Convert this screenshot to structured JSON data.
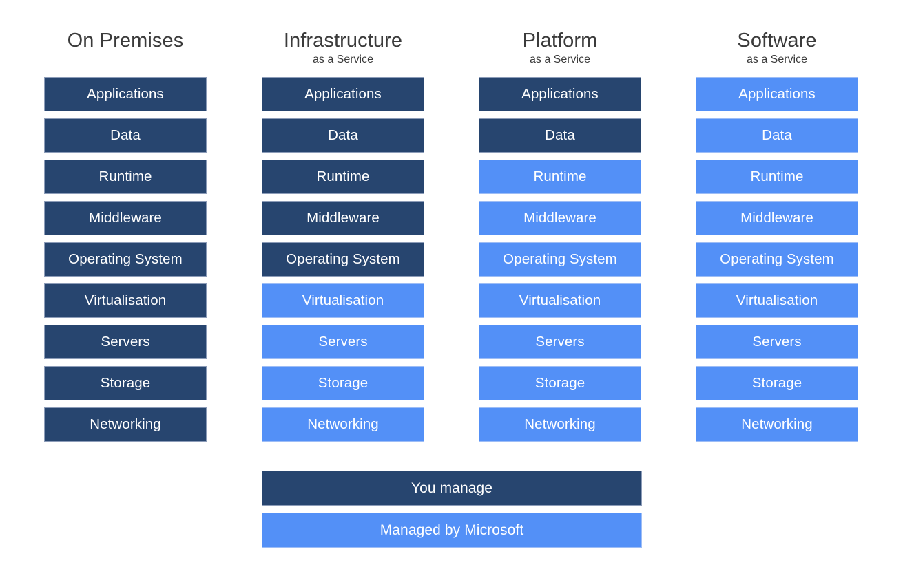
{
  "diagram": {
    "type": "responsibility-matrix",
    "background_color": "#ffffff",
    "colors": {
      "you_manage": "#27456f",
      "managed_by_provider": "#5390f7",
      "label_text": "#ffffff",
      "heading_text": "#3b3b3b"
    },
    "layer_names": [
      "Applications",
      "Data",
      "Runtime",
      "Middleware",
      "Operating System",
      "Virtualisation",
      "Servers",
      "Storage",
      "Networking"
    ],
    "columns": [
      {
        "id": "on-premises",
        "title": "On Premises",
        "subtitle": "",
        "layers": [
          {
            "label": "Applications",
            "owner": "dark"
          },
          {
            "label": "Data",
            "owner": "dark"
          },
          {
            "label": "Runtime",
            "owner": "dark"
          },
          {
            "label": "Middleware",
            "owner": "dark"
          },
          {
            "label": "Operating System",
            "owner": "dark"
          },
          {
            "label": "Virtualisation",
            "owner": "dark"
          },
          {
            "label": "Servers",
            "owner": "dark"
          },
          {
            "label": "Storage",
            "owner": "dark"
          },
          {
            "label": "Networking",
            "owner": "dark"
          }
        ]
      },
      {
        "id": "infrastructure-as-a-service",
        "title": "Infrastructure",
        "subtitle": "as a Service",
        "layers": [
          {
            "label": "Applications",
            "owner": "dark"
          },
          {
            "label": "Data",
            "owner": "dark"
          },
          {
            "label": "Runtime",
            "owner": "dark"
          },
          {
            "label": "Middleware",
            "owner": "dark"
          },
          {
            "label": "Operating System",
            "owner": "dark"
          },
          {
            "label": "Virtualisation",
            "owner": "light"
          },
          {
            "label": "Servers",
            "owner": "light"
          },
          {
            "label": "Storage",
            "owner": "light"
          },
          {
            "label": "Networking",
            "owner": "light"
          }
        ]
      },
      {
        "id": "platform-as-a-service",
        "title": "Platform",
        "subtitle": "as a Service",
        "layers": [
          {
            "label": "Applications",
            "owner": "dark"
          },
          {
            "label": "Data",
            "owner": "dark"
          },
          {
            "label": "Runtime",
            "owner": "light"
          },
          {
            "label": "Middleware",
            "owner": "light"
          },
          {
            "label": "Operating System",
            "owner": "light"
          },
          {
            "label": "Virtualisation",
            "owner": "light"
          },
          {
            "label": "Servers",
            "owner": "light"
          },
          {
            "label": "Storage",
            "owner": "light"
          },
          {
            "label": "Networking",
            "owner": "light"
          }
        ]
      },
      {
        "id": "software-as-a-service",
        "title": "Software",
        "subtitle": "as a Service",
        "layers": [
          {
            "label": "Applications",
            "owner": "light"
          },
          {
            "label": "Data",
            "owner": "light"
          },
          {
            "label": "Runtime",
            "owner": "light"
          },
          {
            "label": "Middleware",
            "owner": "light"
          },
          {
            "label": "Operating System",
            "owner": "light"
          },
          {
            "label": "Virtualisation",
            "owner": "light"
          },
          {
            "label": "Servers",
            "owner": "light"
          },
          {
            "label": "Storage",
            "owner": "light"
          },
          {
            "label": "Networking",
            "owner": "light"
          }
        ]
      }
    ],
    "legend": [
      {
        "id": "you-manage",
        "label": "You manage",
        "owner": "dark"
      },
      {
        "id": "managed-by-microsoft",
        "label": "Managed by Microsoft",
        "owner": "light"
      }
    ]
  }
}
